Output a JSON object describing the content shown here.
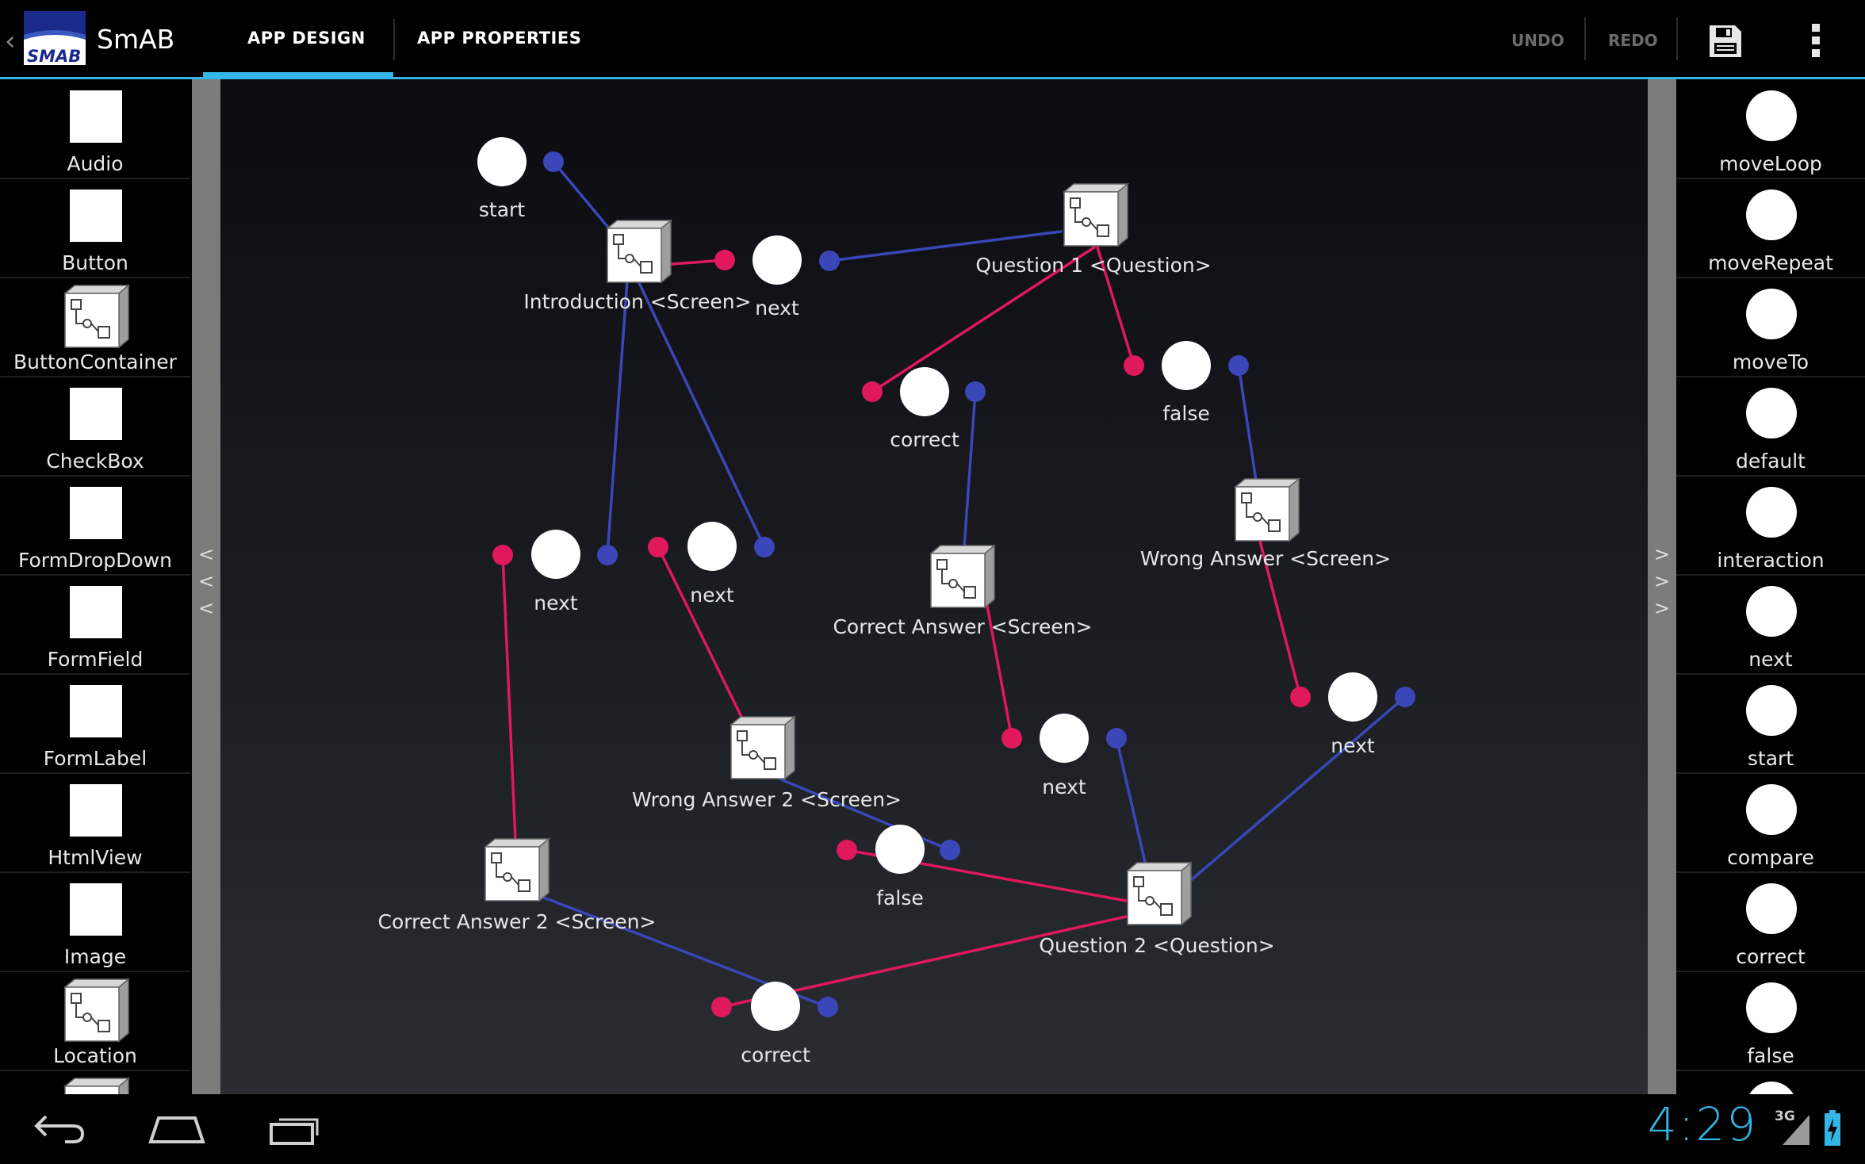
{
  "app": {
    "title": "SmAB",
    "logo_text": "SMAB"
  },
  "tabs": [
    {
      "label": "APP DESIGN",
      "selected": true
    },
    {
      "label": "APP PROPERTIES",
      "selected": false
    }
  ],
  "actions": {
    "undo": "UNDO",
    "redo": "REDO",
    "save_icon": "save-icon",
    "overflow_icon": "overflow-menu-icon"
  },
  "left_panel": {
    "items": [
      {
        "label": "Audio",
        "icon": "white-square"
      },
      {
        "label": "Button",
        "icon": "white-square"
      },
      {
        "label": "ButtonContainer",
        "icon": "container-icon"
      },
      {
        "label": "CheckBox",
        "icon": "white-square"
      },
      {
        "label": "FormDropDown",
        "icon": "white-square"
      },
      {
        "label": "FormField",
        "icon": "white-square"
      },
      {
        "label": "FormLabel",
        "icon": "white-square"
      },
      {
        "label": "HtmlView",
        "icon": "white-square"
      },
      {
        "label": "Image",
        "icon": "white-square"
      },
      {
        "label": "Location",
        "icon": "container-icon"
      },
      {
        "label": "",
        "icon": "container-icon"
      }
    ],
    "collapse_glyph": "<\n<\n<"
  },
  "right_panel": {
    "items": [
      {
        "label": "moveLoop"
      },
      {
        "label": "moveRepeat"
      },
      {
        "label": "moveTo"
      },
      {
        "label": "default"
      },
      {
        "label": "interaction"
      },
      {
        "label": "next"
      },
      {
        "label": "start"
      },
      {
        "label": "compare"
      },
      {
        "label": "correct"
      },
      {
        "label": "false"
      },
      {
        "label": ""
      }
    ],
    "expand_glyph": ">\n>\n>"
  },
  "graph": {
    "colors": {
      "input_port": "#e0185c",
      "output_port": "#3b46b8",
      "event_node": "#ffffff"
    },
    "screens": [
      {
        "id": "intro",
        "label": "Introduction <Screen>"
      },
      {
        "id": "q1",
        "label": "Question 1 <Question>"
      },
      {
        "id": "wrong",
        "label": "Wrong Answer <Screen>"
      },
      {
        "id": "correctA",
        "label": "Correct Answer <Screen>"
      },
      {
        "id": "wrong2",
        "label": "Wrong Answer 2 <Screen>"
      },
      {
        "id": "correct2",
        "label": "Correct Answer 2 <Screen>"
      },
      {
        "id": "q2",
        "label": "Question 2 <Question>"
      }
    ],
    "events": [
      {
        "id": "e_start",
        "label": "start"
      },
      {
        "id": "e_next1",
        "label": "next"
      },
      {
        "id": "e_correct1",
        "label": "correct"
      },
      {
        "id": "e_false1",
        "label": "false"
      },
      {
        "id": "e_next2",
        "label": "next"
      },
      {
        "id": "e_next3",
        "label": "next"
      },
      {
        "id": "e_next4",
        "label": "next"
      },
      {
        "id": "e_next5",
        "label": "next"
      },
      {
        "id": "e_false2",
        "label": "false"
      },
      {
        "id": "e_correct2",
        "label": "correct"
      }
    ]
  },
  "system": {
    "clock": "4:29",
    "network": "3G"
  }
}
